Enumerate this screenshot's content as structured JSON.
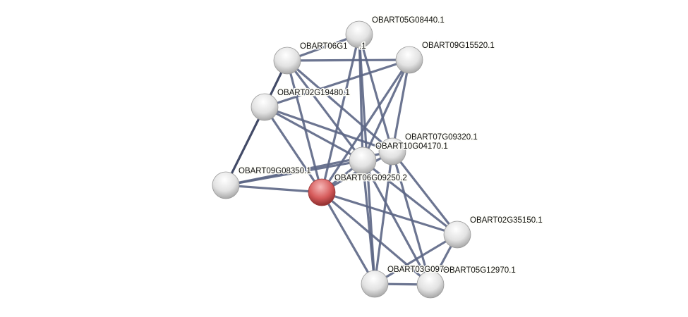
{
  "network": {
    "colors": {
      "edge": "#5c6685",
      "edge_strong": "#2e3656",
      "node": "#e6e6e6",
      "query_node": "#d65b5b"
    },
    "nodes": [
      {
        "id": "A",
        "label": "OBART05G08440.1",
        "query": false
      },
      {
        "id": "B",
        "label": "OBART06G1",
        "label_tail": ".1",
        "query": false
      },
      {
        "id": "C",
        "label": "OBART09G15520.1",
        "query": false
      },
      {
        "id": "D",
        "label": "OBART02G19480.1",
        "query": false
      },
      {
        "id": "E",
        "label": "OBART07G09320.1",
        "query": false
      },
      {
        "id": "F",
        "label": "OBART10G04170.1",
        "query": false
      },
      {
        "id": "G",
        "label": "OBART09G08350.1",
        "query": false
      },
      {
        "id": "H",
        "label": "OBART06G09250.2",
        "query": true
      },
      {
        "id": "I",
        "label": "OBART02G35150.1",
        "query": false
      },
      {
        "id": "J",
        "label": "OBART03G09790.1",
        "query": false
      },
      {
        "id": "K",
        "label": "OBART05G12970.1",
        "query": false
      }
    ],
    "edges": [
      [
        "B",
        "C"
      ],
      [
        "B",
        "D",
        1
      ],
      [
        "B",
        "A"
      ],
      [
        "B",
        "F"
      ],
      [
        "B",
        "E"
      ],
      [
        "B",
        "H"
      ],
      [
        "D",
        "G",
        1
      ],
      [
        "D",
        "C"
      ],
      [
        "D",
        "E"
      ],
      [
        "D",
        "F"
      ],
      [
        "D",
        "H"
      ],
      [
        "A",
        "H"
      ],
      [
        "A",
        "E"
      ],
      [
        "A",
        "F"
      ],
      [
        "A",
        "J"
      ],
      [
        "C",
        "H"
      ],
      [
        "C",
        "F"
      ],
      [
        "C",
        "E"
      ],
      [
        "G",
        "H"
      ],
      [
        "G",
        "F"
      ],
      [
        "G",
        "E"
      ],
      [
        "H",
        "F"
      ],
      [
        "H",
        "E"
      ],
      [
        "H",
        "I"
      ],
      [
        "H",
        "J"
      ],
      [
        "H",
        "K"
      ],
      [
        "F",
        "J"
      ],
      [
        "F",
        "K"
      ],
      [
        "F",
        "I"
      ],
      [
        "E",
        "I"
      ],
      [
        "E",
        "J"
      ],
      [
        "E",
        "K"
      ],
      [
        "I",
        "J"
      ],
      [
        "I",
        "K"
      ],
      [
        "J",
        "K"
      ]
    ]
  }
}
